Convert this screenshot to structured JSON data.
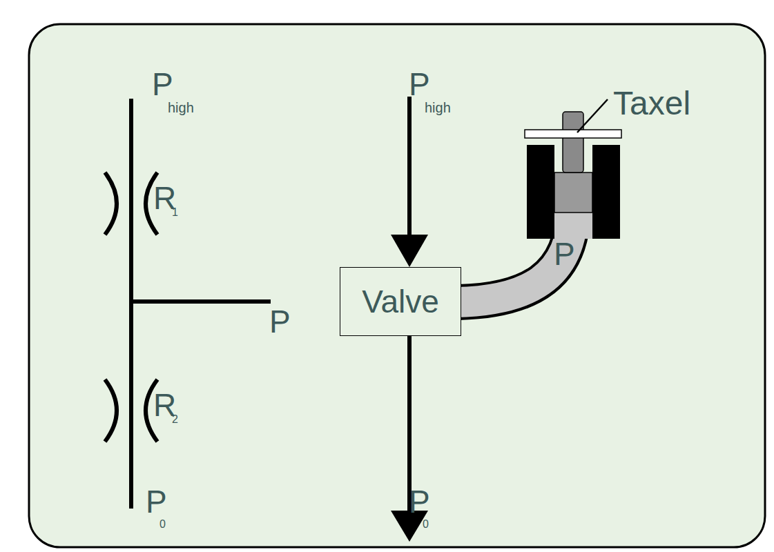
{
  "diagram": {
    "nodes": [
      {
        "text": [
          "Valve"
        ]
      }
    ],
    "labels": [
      "P",
      "high",
      "R",
      "1",
      "P",
      "R",
      "2",
      "P",
      "0",
      "P",
      "high",
      "Taxel",
      "P",
      "P",
      "0"
    ]
  }
}
